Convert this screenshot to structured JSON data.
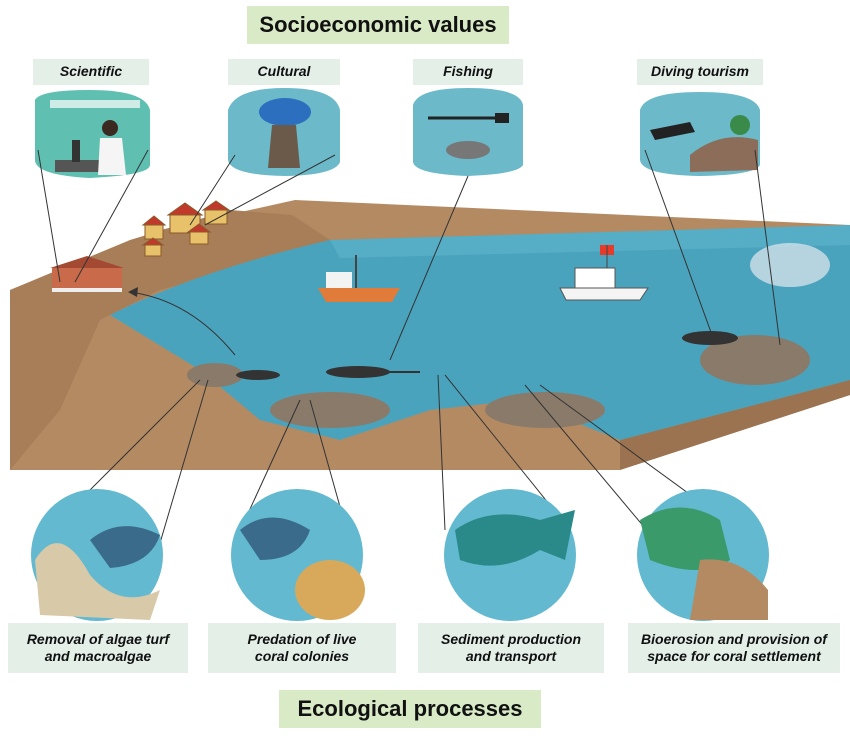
{
  "header": {
    "title": "Socioeconomic values"
  },
  "values": [
    {
      "label": "Scientific"
    },
    {
      "label": "Cultural"
    },
    {
      "label": "Fishing"
    },
    {
      "label": "Diving tourism"
    }
  ],
  "processes": [
    {
      "label": "Removal of algae turf\nand macroalgae"
    },
    {
      "label": "Predation of live\ncoral colonies"
    },
    {
      "label": "Sediment production\nand transport"
    },
    {
      "label": "Bioerosion and provision of\nspace for coral settlement"
    }
  ],
  "footer": {
    "title": "Ecological processes"
  },
  "colors": {
    "label_green": "#d9eac7",
    "label_grey": "#e4efe8",
    "sea": "#4aa3bd",
    "sand": "#b48a63",
    "bubble": "#63b9cf"
  }
}
